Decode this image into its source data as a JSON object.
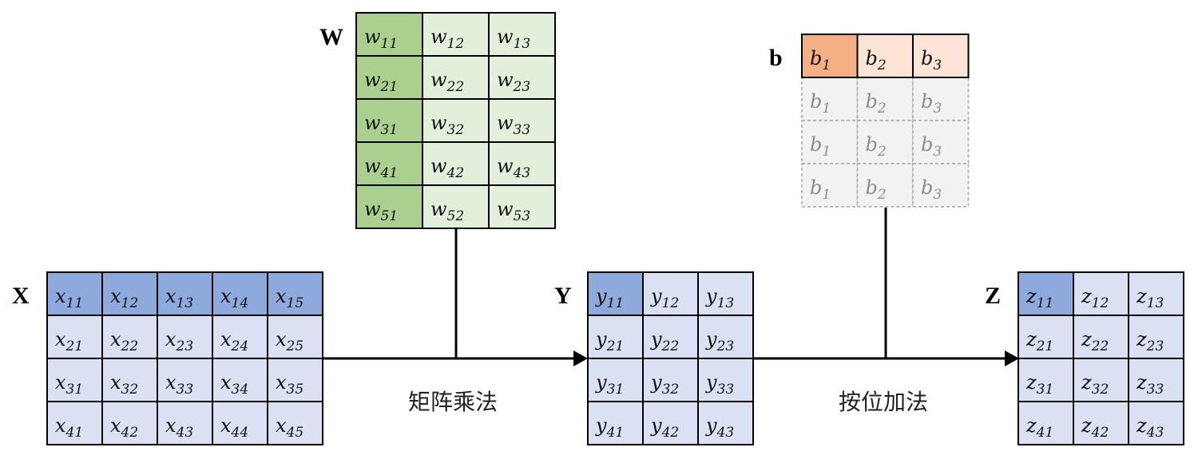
{
  "matrices": {
    "W": {
      "label": "W",
      "base": "w",
      "rows": [
        [
          "11",
          "12",
          "13"
        ],
        [
          "21",
          "22",
          "23"
        ],
        [
          "31",
          "32",
          "33"
        ],
        [
          "41",
          "42",
          "43"
        ],
        [
          "51",
          "52",
          "53"
        ]
      ]
    },
    "X": {
      "label": "X",
      "base": "x",
      "rows": [
        [
          "11",
          "12",
          "13",
          "14",
          "15"
        ],
        [
          "21",
          "22",
          "23",
          "24",
          "25"
        ],
        [
          "31",
          "32",
          "33",
          "34",
          "35"
        ],
        [
          "41",
          "42",
          "43",
          "44",
          "45"
        ]
      ]
    },
    "Y": {
      "label": "Y",
      "base": "y",
      "rows": [
        [
          "11",
          "12",
          "13"
        ],
        [
          "21",
          "22",
          "23"
        ],
        [
          "31",
          "32",
          "33"
        ],
        [
          "41",
          "42",
          "43"
        ]
      ]
    },
    "Z": {
      "label": "Z",
      "base": "z",
      "rows": [
        [
          "11",
          "12",
          "13"
        ],
        [
          "21",
          "22",
          "23"
        ],
        [
          "31",
          "32",
          "33"
        ],
        [
          "41",
          "42",
          "43"
        ]
      ]
    },
    "b": {
      "label": "b",
      "base": "b",
      "rows": [
        [
          "1",
          "2",
          "3"
        ],
        [
          "1",
          "2",
          "3"
        ],
        [
          "1",
          "2",
          "3"
        ],
        [
          "1",
          "2",
          "3"
        ]
      ]
    }
  },
  "operations": {
    "matmul": "矩阵乘法",
    "elementwise_add": "按位加法"
  },
  "colors": {
    "w_highlight": "#a9d08e",
    "w_light": "#e2efda",
    "xyz_highlight": "#8ea9db",
    "xyz_light": "#d9e1f2",
    "b_highlight": "#f4b084",
    "b_light": "#fce4d6",
    "b_ghost": "#f2f2f2",
    "ghost_border": "#a6a6a6",
    "border": "#000000"
  }
}
